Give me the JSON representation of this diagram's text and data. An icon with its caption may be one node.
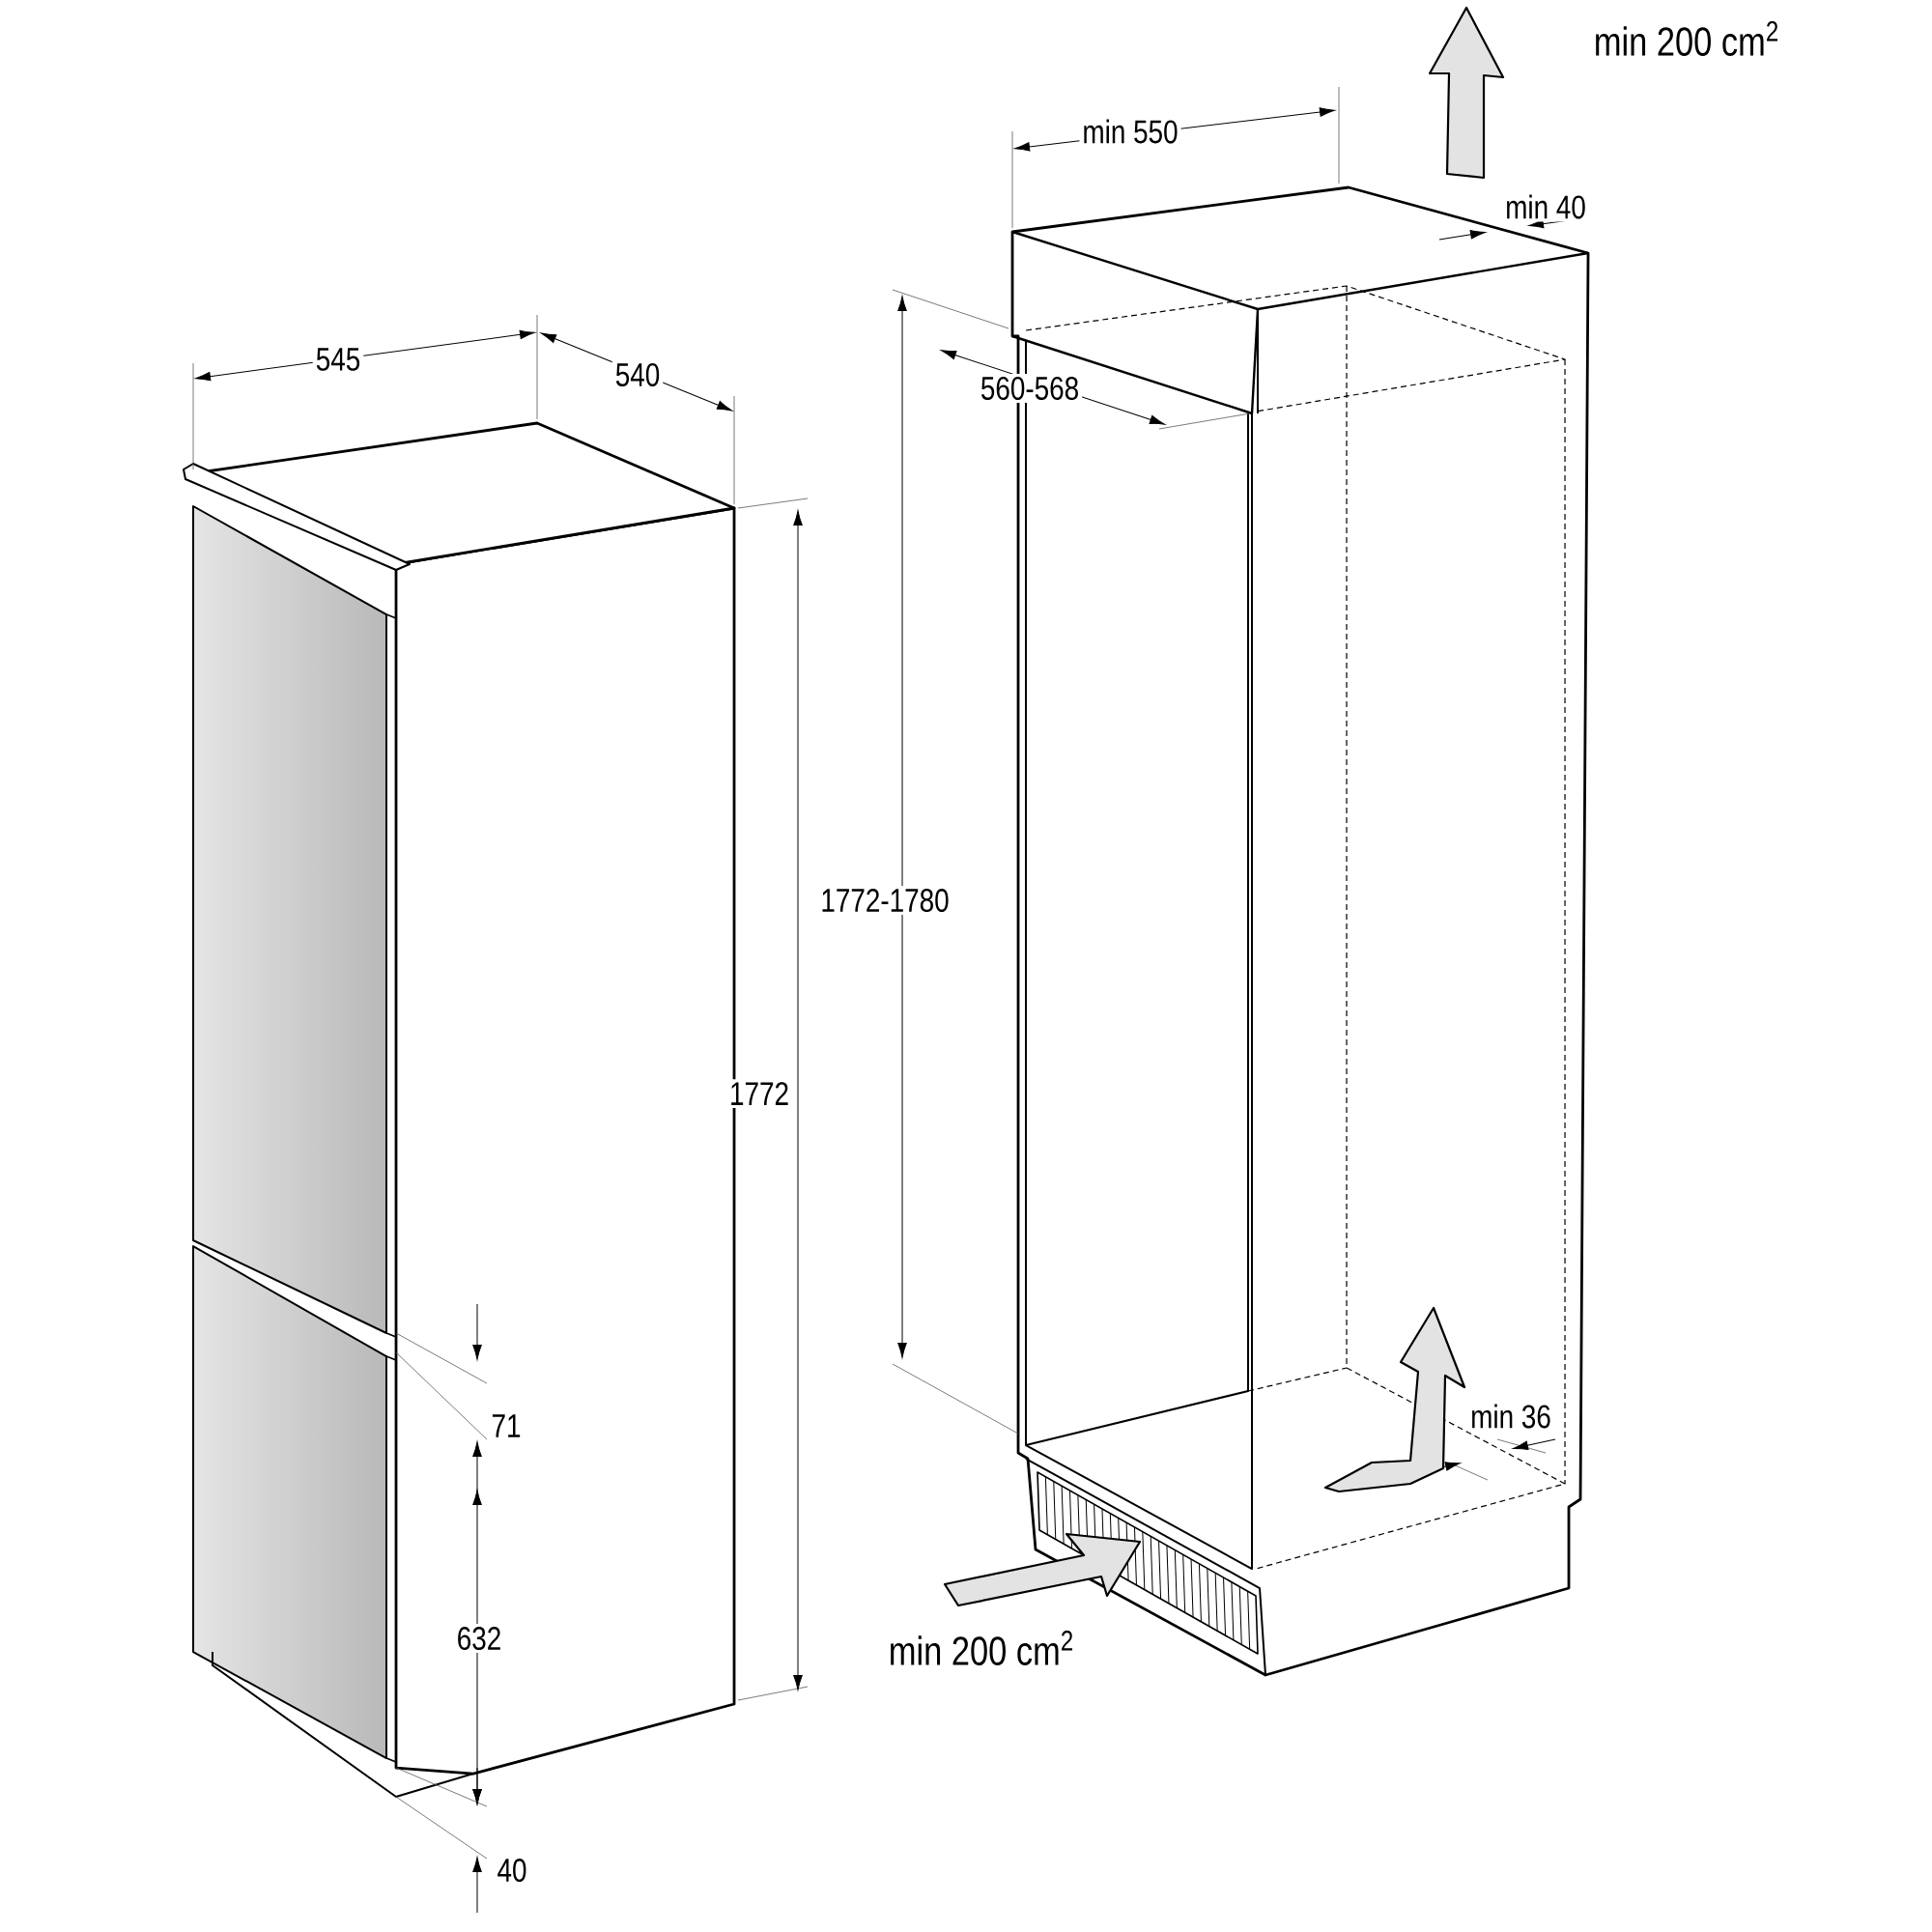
{
  "diagram": {
    "labels": [
      "min 200 cm$^{2}$",
      "min 550",
      "min 40",
      "545",
      "540",
      "560-568",
      "1772-1780",
      "1772",
      "71",
      "min 36",
      "632",
      "min 200 cm$^{2}$",
      "40"
    ]
  }
}
